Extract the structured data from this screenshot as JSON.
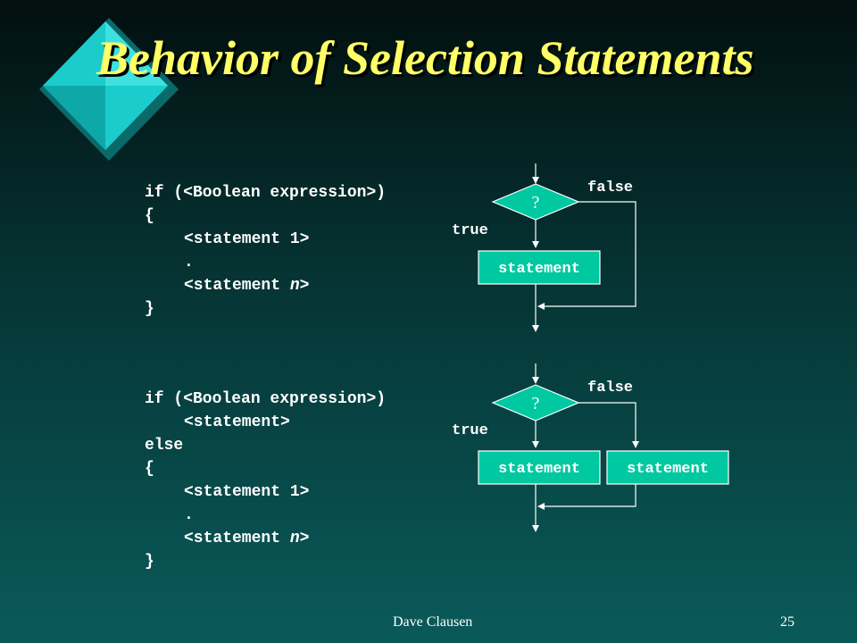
{
  "slide": {
    "title": "Behavior of Selection Statements",
    "footer_author": "Dave Clausen",
    "page_number": "25"
  },
  "code_if": {
    "line1": "if (<Boolean expression>)",
    "line2": "{",
    "line3": "<statement 1>",
    "line4": ".",
    "line5_pre": "<statement ",
    "line5_var": "n",
    "line5_post": ">",
    "line6": "}"
  },
  "code_if_else": {
    "line1": "if (<Boolean expression>)",
    "line2": "<statement>",
    "line3": "else",
    "line4": "{",
    "line5": "<statement 1>",
    "line6": ".",
    "line7_pre": "<statement ",
    "line7_var": "n",
    "line7_post": ">",
    "line8": "}"
  },
  "flow_if": {
    "condition": "?",
    "true_label": "true",
    "false_label": "false",
    "statement": "statement"
  },
  "flow_if_else": {
    "condition": "?",
    "true_label": "true",
    "false_label": "false",
    "true_statement": "statement",
    "false_statement": "statement"
  },
  "colors": {
    "diamond_fill": "#00c8a0",
    "box_fill": "#00c8a0",
    "title": "#ffff66",
    "arrows": "#ffffff"
  }
}
